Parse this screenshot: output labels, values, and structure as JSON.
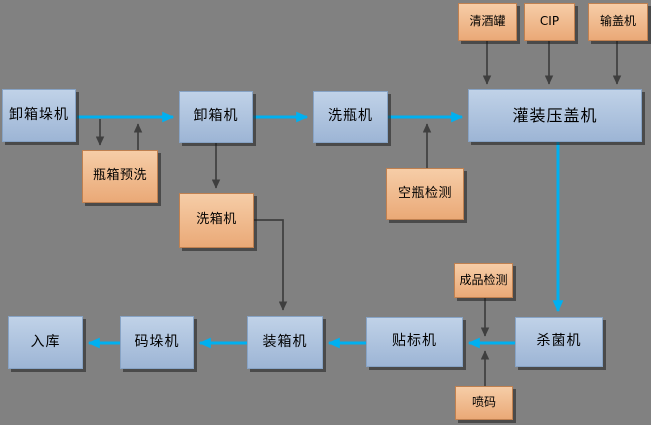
{
  "diagram": {
    "description": "Bottling production line flowchart",
    "colors": {
      "background": "#818181",
      "flow_arrow": "#00b0f0",
      "aux_arrow": "#3f3f3f",
      "machine_fill_top": "#c0d2e8",
      "machine_fill_bottom": "#9db5d5",
      "aux_fill_top": "#f6cda7",
      "aux_fill_bottom": "#eaa977"
    },
    "nodes": {
      "unload_palletizer": {
        "label": "卸箱垛机",
        "type": "machine"
      },
      "crate_prewash": {
        "label": "瓶箱预洗",
        "type": "aux"
      },
      "decrater": {
        "label": "卸箱机",
        "type": "machine"
      },
      "crate_washer": {
        "label": "洗箱机",
        "type": "aux"
      },
      "bottle_washer": {
        "label": "洗瓶机",
        "type": "machine"
      },
      "empty_inspection": {
        "label": "空瓶检测",
        "type": "aux"
      },
      "bright_beer_tank": {
        "label": "清酒罐",
        "type": "aux"
      },
      "cip": {
        "label": "CIP",
        "type": "aux"
      },
      "cap_feeder": {
        "label": "输盖机",
        "type": "aux"
      },
      "filler_capper": {
        "label": "灌装压盖机",
        "type": "machine"
      },
      "pasteurizer": {
        "label": "杀菌机",
        "type": "machine"
      },
      "product_inspection": {
        "label": "成品检测",
        "type": "aux"
      },
      "inkjet_coder": {
        "label": "喷码",
        "type": "aux"
      },
      "labeler": {
        "label": "贴标机",
        "type": "machine"
      },
      "case_packer": {
        "label": "装箱机",
        "type": "machine"
      },
      "palletizer": {
        "label": "码垛机",
        "type": "machine"
      },
      "warehouse": {
        "label": "入库",
        "type": "machine"
      }
    },
    "edges": [
      {
        "from": "unload_palletizer",
        "to": "decrater",
        "type": "flow"
      },
      {
        "from": "decrater",
        "to": "bottle_washer",
        "type": "flow"
      },
      {
        "from": "bottle_washer",
        "to": "filler_capper",
        "type": "flow"
      },
      {
        "from": "filler_capper",
        "to": "pasteurizer",
        "type": "flow"
      },
      {
        "from": "pasteurizer",
        "to": "labeler",
        "type": "flow"
      },
      {
        "from": "labeler",
        "to": "case_packer",
        "type": "flow"
      },
      {
        "from": "case_packer",
        "to": "palletizer",
        "type": "flow"
      },
      {
        "from": "palletizer",
        "to": "warehouse",
        "type": "flow"
      },
      {
        "from": "unload_palletizer-decrater-line",
        "to": "crate_prewash",
        "type": "aux"
      },
      {
        "from": "crate_prewash",
        "to": "unload_palletizer-decrater-line",
        "type": "aux"
      },
      {
        "from": "decrater",
        "to": "crate_washer",
        "type": "aux"
      },
      {
        "from": "crate_washer",
        "to": "case_packer",
        "type": "aux"
      },
      {
        "from": "empty_inspection",
        "to": "bottle_washer-filler_capper-line",
        "type": "aux"
      },
      {
        "from": "bright_beer_tank",
        "to": "filler_capper",
        "type": "aux"
      },
      {
        "from": "cip",
        "to": "filler_capper",
        "type": "aux"
      },
      {
        "from": "cap_feeder",
        "to": "filler_capper",
        "type": "aux"
      },
      {
        "from": "product_inspection",
        "to": "pasteurizer-labeler-line",
        "type": "aux"
      },
      {
        "from": "inkjet_coder",
        "to": "pasteurizer-labeler-line",
        "type": "aux"
      }
    ]
  }
}
